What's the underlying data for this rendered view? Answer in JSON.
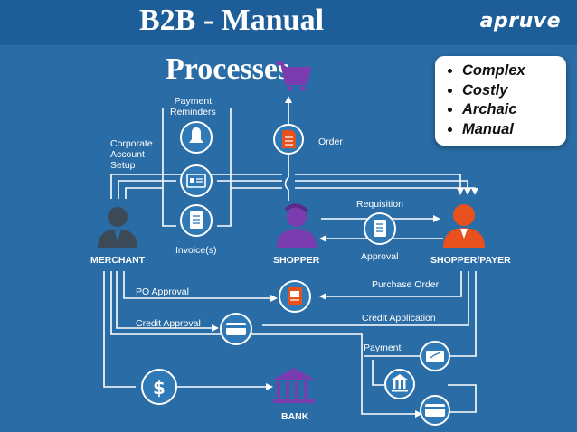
{
  "slide": {
    "title_line1": "B2B - Manual",
    "title_line2": "Processes",
    "logo_text": "apruve",
    "bullets": [
      "Complex",
      "Costly",
      "Archaic",
      "Manual"
    ]
  },
  "labels": {
    "payment_reminders": "Payment\nReminders",
    "corporate_account_setup": "Corporate\nAccount\nSetup",
    "order": "Order",
    "requisition": "Requisition",
    "approval": "Approval",
    "invoices": "Invoice(s)",
    "merchant": "MERCHANT",
    "shopper": "SHOPPER",
    "shopper_payer": "SHOPPER/PAYER",
    "po_approval": "PO Approval",
    "purchase_order": "Purchase Order",
    "credit_approval": "Credit Approval",
    "credit_application": "Credit Application",
    "payment": "Payment",
    "bank": "BANK"
  },
  "colors": {
    "background": "#2a6ca6",
    "top_band": "#1d5e99",
    "lines": "#ffffff",
    "icon_circle": "#2f79b6",
    "merchant_person": "#3c4a57",
    "shopper_person": "#7b3cb0",
    "payer_person": "#e8501e",
    "cart": "#7b3cb0",
    "doc_orange": "#e8501e"
  },
  "icons": [
    "shopping-cart-icon",
    "bell-icon",
    "account-card-icon",
    "invoice-document-icon",
    "order-document-icon",
    "requisition-document-icon",
    "purchase-order-document-icon",
    "credit-card-icon",
    "dollar-icon",
    "bank-icon",
    "check-icon"
  ]
}
